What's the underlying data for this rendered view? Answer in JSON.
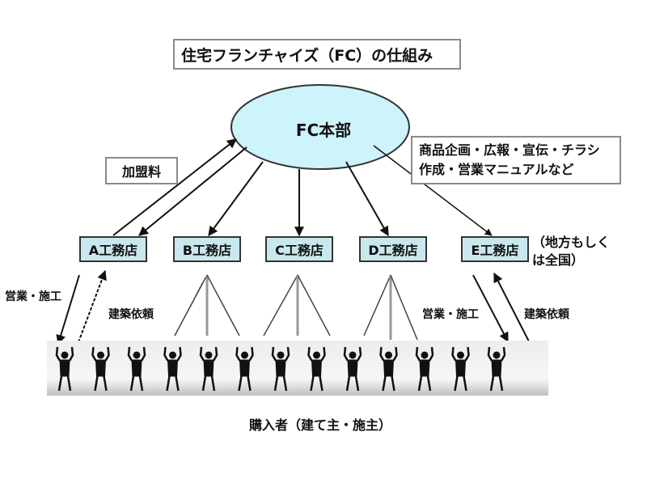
{
  "title": "住宅フランチャイズ（FC）の仕組み",
  "headquarters": {
    "label": "FC本部",
    "fill": "#cdf3fb"
  },
  "notes": {
    "franchise_fee": "加盟料",
    "services_line1": "商品企画・広報・宣伝・チラシ",
    "services_line2": "作成・営業マニュアルなど",
    "region_line1": "（地方もしく",
    "region_line2": "は全国）"
  },
  "stores": [
    {
      "id": "A",
      "label": "A工務店"
    },
    {
      "id": "B",
      "label": "B工務店"
    },
    {
      "id": "C",
      "label": "C工務店"
    },
    {
      "id": "D",
      "label": "D工務店"
    },
    {
      "id": "E",
      "label": "E工務店"
    }
  ],
  "store_fill": "#c8e8ee",
  "flows": {
    "sales_construction_left": "営業・施工",
    "build_request_left": "建築依頼",
    "sales_construction_right": "営業・施工",
    "build_request_right": "建築依頼"
  },
  "buyers": {
    "label": "購入者（建て主・施主）",
    "count": 13
  }
}
